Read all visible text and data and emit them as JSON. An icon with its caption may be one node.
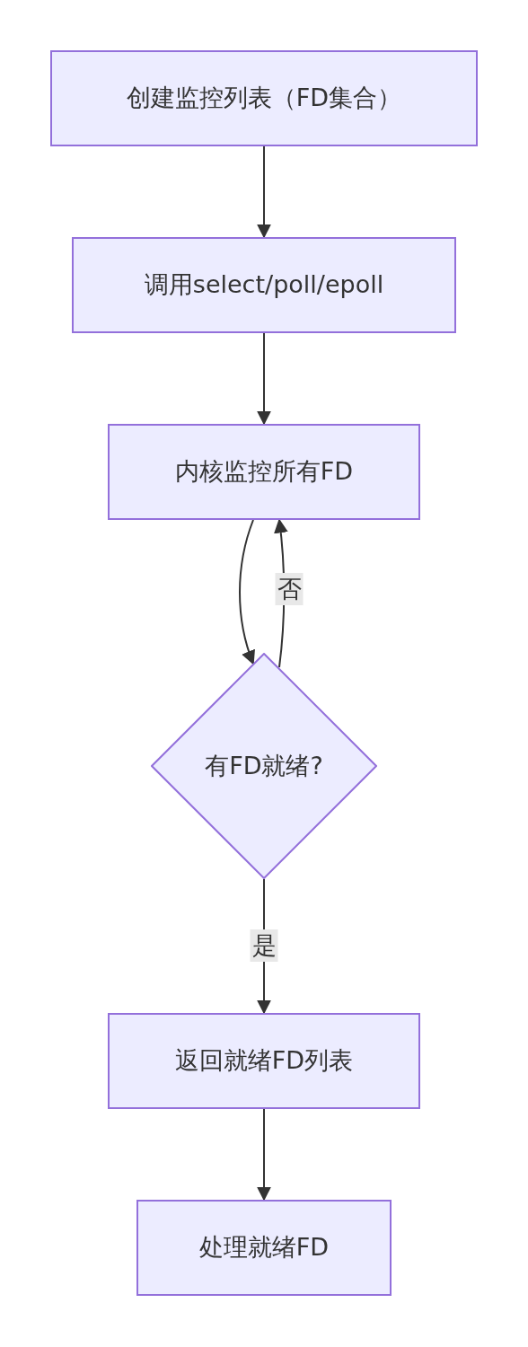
{
  "diagram": {
    "nodes": [
      {
        "text": [
          "创建监控列表（FD集合）"
        ]
      },
      {
        "text": [
          "调用select/poll/epoll"
        ]
      },
      {
        "text": [
          "内核监控所有FD"
        ]
      },
      {
        "text": [
          "有FD就绪?"
        ]
      },
      {
        "text": [
          "返回就绪FD列表"
        ]
      },
      {
        "text": [
          "处理就绪FD"
        ]
      }
    ],
    "edges": [
      {
        "from": 0,
        "to": 1,
        "arrow": "to"
      },
      {
        "from": 1,
        "to": 2,
        "arrow": "to"
      },
      {
        "from": 2,
        "to": 3,
        "arrow": "to"
      },
      {
        "from": 3,
        "to": 2,
        "arrow": "to",
        "label": "否"
      },
      {
        "from": 3,
        "to": 4,
        "arrow": "to",
        "label": "是"
      },
      {
        "from": 4,
        "to": 5,
        "arrow": "to"
      }
    ]
  }
}
